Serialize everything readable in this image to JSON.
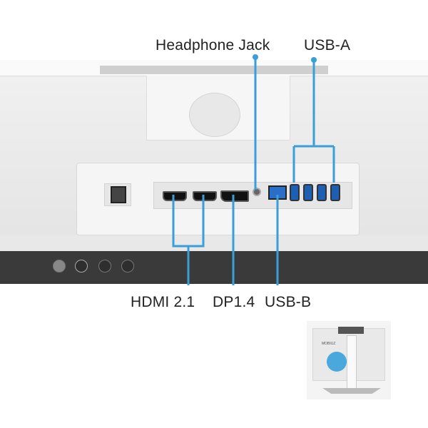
{
  "labels": {
    "headphone_jack": "Headphone Jack",
    "usb_a": "USB-A",
    "hdmi": "HDMI 2.1",
    "dp": "DP1.4",
    "usb_b": "USB-B"
  },
  "inset": {
    "brand_text": "MOBIUZ"
  },
  "colors": {
    "callout": "#3a9fd8",
    "background": "#ffffff",
    "bezel": "#3a3a3a"
  }
}
